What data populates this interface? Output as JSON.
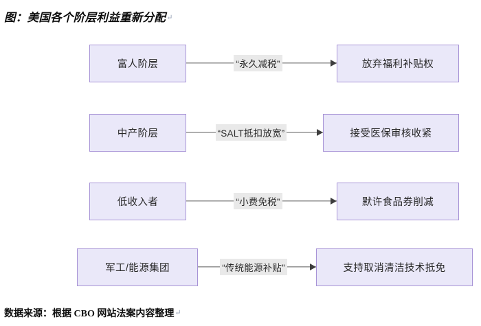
{
  "figure": {
    "title": "图：美国各个阶层利益重新分配",
    "title_mark": "↵",
    "source_note": "数据来源：根据 CBO 网站法案内容整理",
    "source_mark": "↵",
    "colors": {
      "node_fill": "#eae8f9",
      "node_border": "#a793d6",
      "edge_line": "#5a5a5a",
      "label_background": "#e9e9e9",
      "text": "#262626"
    }
  },
  "chart_data": {
    "type": "diagram",
    "title": "图：美国各个阶层利益重新分配",
    "rows": [
      {
        "source": "富人阶层",
        "edge_label": "“永久减税”",
        "target": "放弃福利补贴权"
      },
      {
        "source": "中产阶层",
        "edge_label": "“SALT抵扣放宽”",
        "target": "接受医保审核收紧"
      },
      {
        "source": "低收入者",
        "edge_label": "“小费免税”",
        "target": "默许食品券削减"
      },
      {
        "source": "军工/能源集团",
        "edge_label": "“传统能源补贴”",
        "target": "支持取消清洁技术抵免"
      }
    ]
  }
}
